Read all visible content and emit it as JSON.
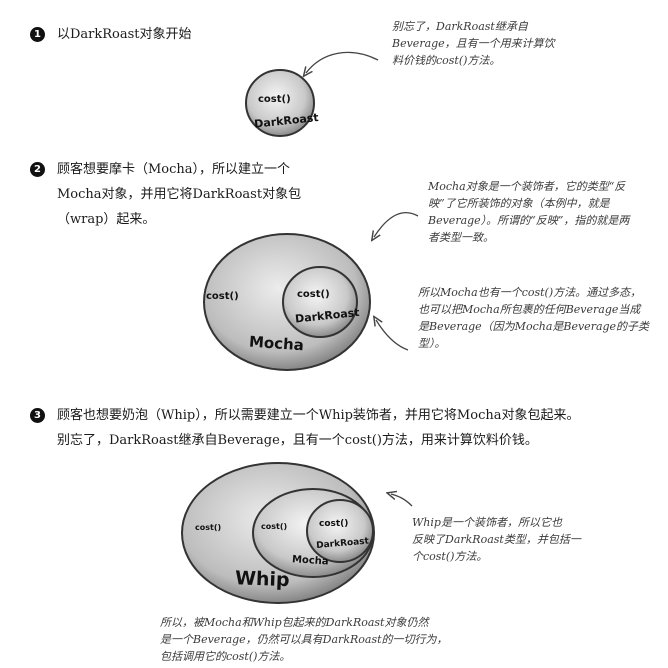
{
  "steps": [
    {
      "num": "1",
      "lines": [
        "以DarkRoast对象开始"
      ]
    },
    {
      "num": "2",
      "lines": [
        "顾客想要摩卡（Mocha），所以建立一个",
        "Mocha对象，并用它将DarkRoast对象包",
        "（wrap）起来。"
      ]
    },
    {
      "num": "3",
      "lines": [
        "顾客也想要奶泡（Whip），所以需要建立一个Whip装饰者，并用它将Mocha对象包起来。",
        "别忘了，DarkRoast继承自Beverage，且有一个cost()方法，用来计算饮料价钱。"
      ]
    }
  ],
  "notes": {
    "n1": [
      "别忘了，DarkRoast继承自",
      "Beverage，且有一个用来计算饮",
      "料价钱的cost()方法。"
    ],
    "n2": [
      "Mocha对象是一个装饰者，它的类型“反",
      "映”了它所装饰的对象（本例中，就是",
      "Beverage）。所谓的“反映”，指的就是两",
      "者类型一致。"
    ],
    "n3": [
      "所以Mocha也有一个cost()方法。通过多态，",
      "也可以把Mocha所包裹的任何Beverage当成",
      "是Beverage（因为Mocha是Beverage的子类",
      "型）。"
    ],
    "n4": [
      "Whip是一个装饰者，所以它也",
      "反映了DarkRoast类型，并包括一",
      "个cost()方法。"
    ],
    "n5": [
      "所以，被Mocha和Whip包起来的DarkRoast对象仍然",
      "是一个Beverage，仍然可以具有DarkRoast的一切行为，",
      "包括调用它的cost()方法。"
    ]
  },
  "labels": {
    "cost": "cost()",
    "darkroast": "DarkRoast",
    "mocha": "Mocha",
    "whip": "Whip"
  }
}
